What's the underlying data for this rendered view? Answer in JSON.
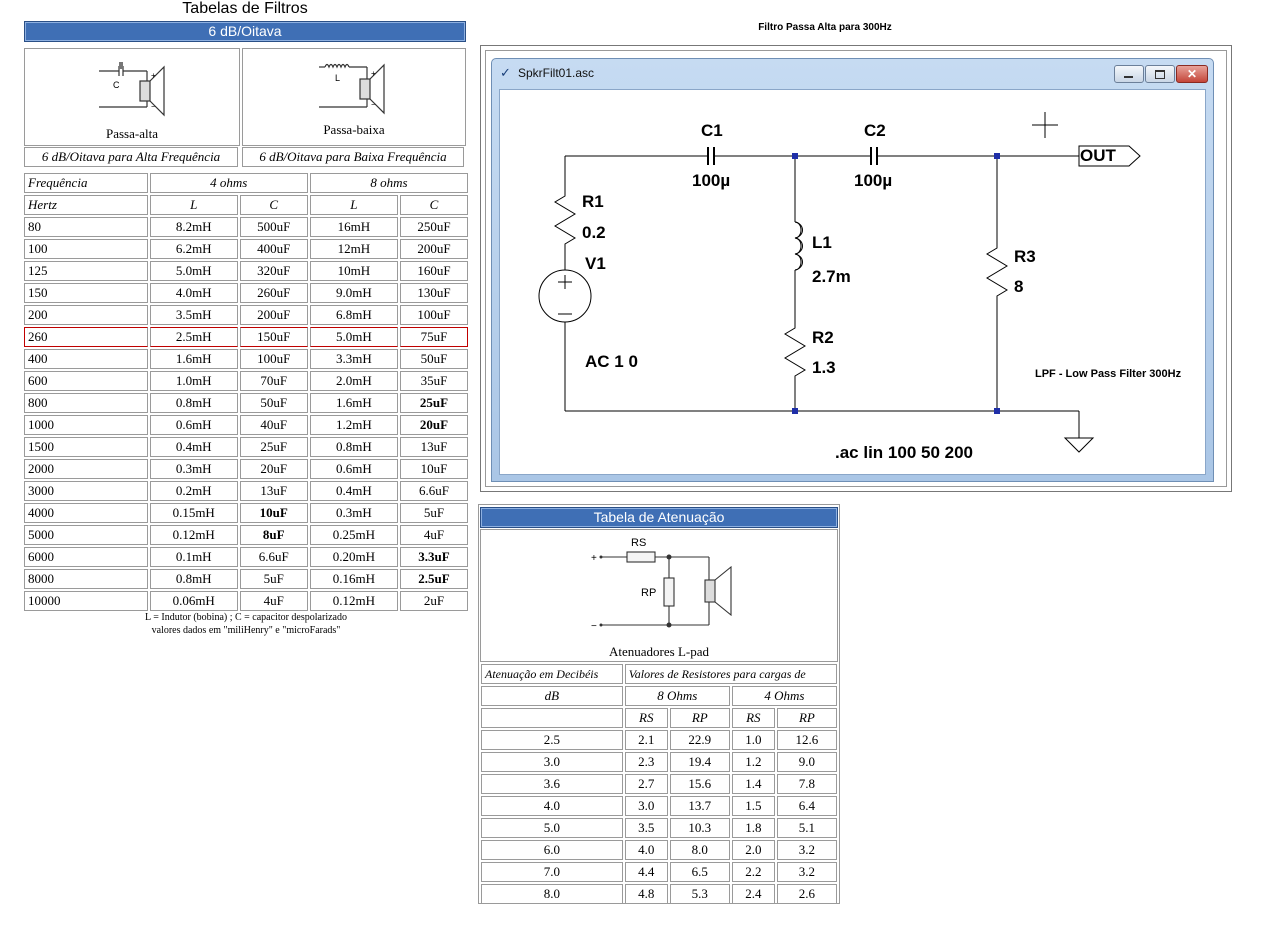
{
  "filters": {
    "title": "Tabelas de Filtros",
    "header": "6 dB/Oitava",
    "high_pass_label": "Passa-alta",
    "low_pass_label": "Passa-baixa",
    "high_pass_desc": "6 dB/Oitava para Alta Frequência",
    "low_pass_desc": "6 dB/Oitava para Baixa Frequência",
    "cap_symbol": "C",
    "ind_symbol": "L",
    "col_freq": "Frequência",
    "col_4ohms": "4 ohms",
    "col_8ohms": "8 ohms",
    "col_hertz": "Hertz",
    "col_L": "L",
    "col_C": "C",
    "rows": [
      {
        "f": "80",
        "l4": "8.2mH",
        "c4": "500uF",
        "l8": "16mH",
        "c8": "250uF"
      },
      {
        "f": "100",
        "l4": "6.2mH",
        "c4": "400uF",
        "l8": "12mH",
        "c8": "200uF"
      },
      {
        "f": "125",
        "l4": "5.0mH",
        "c4": "320uF",
        "l8": "10mH",
        "c8": "160uF"
      },
      {
        "f": "150",
        "l4": "4.0mH",
        "c4": "260uF",
        "l8": "9.0mH",
        "c8": "130uF"
      },
      {
        "f": "200",
        "l4": "3.5mH",
        "c4": "200uF",
        "l8": "6.8mH",
        "c8": "100uF"
      },
      {
        "f": "260",
        "l4": "2.5mH",
        "c4": "150uF",
        "l8": "5.0mH",
        "c8": "75uF"
      },
      {
        "f": "400",
        "l4": "1.6mH",
        "c4": "100uF",
        "l8": "3.3mH",
        "c8": "50uF"
      },
      {
        "f": "600",
        "l4": "1.0mH",
        "c4": "70uF",
        "l8": "2.0mH",
        "c8": "35uF"
      },
      {
        "f": "800",
        "l4": "0.8mH",
        "c4": "50uF",
        "l8": "1.6mH",
        "c8": "25uF"
      },
      {
        "f": "1000",
        "l4": "0.6mH",
        "c4": "40uF",
        "l8": "1.2mH",
        "c8": "20uF"
      },
      {
        "f": "1500",
        "l4": "0.4mH",
        "c4": "25uF",
        "l8": "0.8mH",
        "c8": "13uF"
      },
      {
        "f": "2000",
        "l4": "0.3mH",
        "c4": "20uF",
        "l8": "0.6mH",
        "c8": "10uF"
      },
      {
        "f": "3000",
        "l4": "0.2mH",
        "c4": "13uF",
        "l8": "0.4mH",
        "c8": "6.6uF"
      },
      {
        "f": "4000",
        "l4": "0.15mH",
        "c4": "10uF",
        "l8": "0.3mH",
        "c8": "5uF"
      },
      {
        "f": "5000",
        "l4": "0.12mH",
        "c4": "8uF",
        "l8": "0.25mH",
        "c8": "4uF"
      },
      {
        "f": "6000",
        "l4": "0.1mH",
        "c4": "6.6uF",
        "l8": "0.20mH",
        "c8": "3.3uF"
      },
      {
        "f": "8000",
        "l4": "0.8mH",
        "c4": "5uF",
        "l8": "0.16mH",
        "c8": "2.5uF"
      },
      {
        "f": "10000",
        "l4": "0.06mH",
        "c4": "4uF",
        "l8": "0.12mH",
        "c8": "2uF"
      }
    ],
    "highlight_frequency": "260",
    "note_line1": "L = Indutor (bobina) ; C = capacitor despolarizado",
    "note_line2": "valores dados em \"miliHenry\" e \"microFarads\""
  },
  "circuit": {
    "page_title": "Filtro Passa Alta para 300Hz",
    "window_title": "SpkrFilt01.asc",
    "c1_name": "C1",
    "c1_value": "100µ",
    "c2_name": "C2",
    "c2_value": "100µ",
    "r1_name": "R1",
    "r1_value": "0.2",
    "v1_name": "V1",
    "l1_name": "L1",
    "l1_value": "2.7m",
    "r2_name": "R2",
    "r2_value": "1.3",
    "r3_name": "R3",
    "r3_value": "8",
    "source_value": "AC 1 0",
    "out_label": "OUT",
    "note": "LPF - Low Pass Filter 300Hz",
    "directive": ".ac lin 100 50 200",
    "plus_sign": "+",
    "minus_sign": "−"
  },
  "attenuation": {
    "header": "Tabela de Atenuação",
    "image_caption": "Atenuadores L-pad",
    "rs_symbol": "RS",
    "rp_symbol": "RP",
    "col_db_header": "Atenuação em Decibéis",
    "col_values_header": "Valores de Resistores para cargas de",
    "col_db": "dB",
    "col_8ohms": "8 Ohms",
    "col_4ohms": "4 Ohms",
    "col_RS": "RS",
    "col_RP": "RP",
    "rows": [
      {
        "db": "2.5",
        "rs8": "2.1",
        "rp8": "22.9",
        "rs4": "1.0",
        "rp4": "12.6"
      },
      {
        "db": "3.0",
        "rs8": "2.3",
        "rp8": "19.4",
        "rs4": "1.2",
        "rp4": "9.0"
      },
      {
        "db": "3.6",
        "rs8": "2.7",
        "rp8": "15.6",
        "rs4": "1.4",
        "rp4": "7.8"
      },
      {
        "db": "4.0",
        "rs8": "3.0",
        "rp8": "13.7",
        "rs4": "1.5",
        "rp4": "6.4"
      },
      {
        "db": "5.0",
        "rs8": "3.5",
        "rp8": "10.3",
        "rs4": "1.8",
        "rp4": "5.1"
      },
      {
        "db": "6.0",
        "rs8": "4.0",
        "rp8": "8.0",
        "rs4": "2.0",
        "rp4": "3.2"
      },
      {
        "db": "7.0",
        "rs8": "4.4",
        "rp8": "6.5",
        "rs4": "2.2",
        "rp4": "3.2"
      },
      {
        "db": "8.0",
        "rs8": "4.8",
        "rp8": "5.3",
        "rs4": "2.4",
        "rp4": "2.6"
      }
    ]
  }
}
